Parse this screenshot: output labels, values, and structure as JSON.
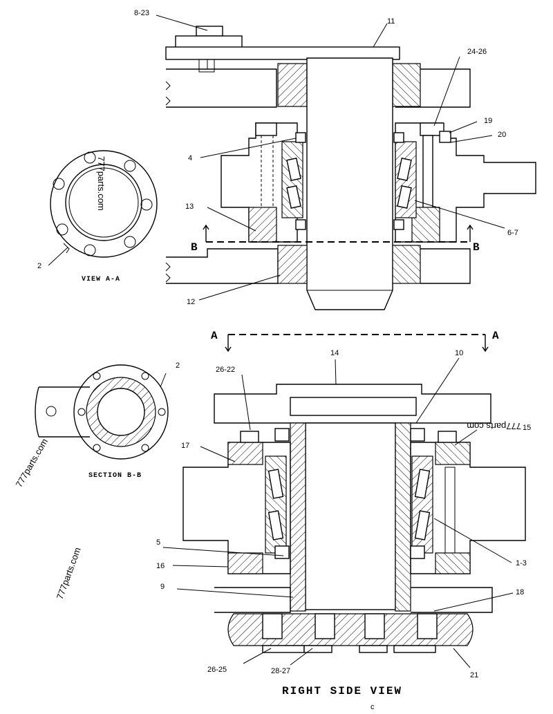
{
  "labels": {
    "l_8_23": "8-23",
    "l_11": "11",
    "l_24_26": "24-26",
    "l_19": "19",
    "l_20": "20",
    "l_4": "4",
    "l_13": "13",
    "l_6_7": "6-7",
    "l_12": "12",
    "l_2_top": "2",
    "l_14": "14",
    "l_10": "10",
    "l_26_22": "26-22",
    "l_15": "15",
    "l_17": "17",
    "l_2_mid": "2",
    "l_5": "5",
    "l_1_3": "1-3",
    "l_16": "16",
    "l_9": "9",
    "l_18": "18",
    "l_26_25": "26-25",
    "l_28_27": "28-27",
    "l_21": "21"
  },
  "markers": {
    "B_left": "B",
    "B_right": "B",
    "A_left": "A",
    "A_right": "A"
  },
  "captions": {
    "view_aa": "VIEW A-A",
    "section_bb": "SECTION B-B",
    "right_side_view": "RIGHT SIDE VIEW",
    "footer_mark": "c"
  },
  "watermarks": {
    "wm1": "777parts.com",
    "wm2": "777parts.com",
    "wm3": "777parts.com",
    "wm4": "777parts.com"
  }
}
